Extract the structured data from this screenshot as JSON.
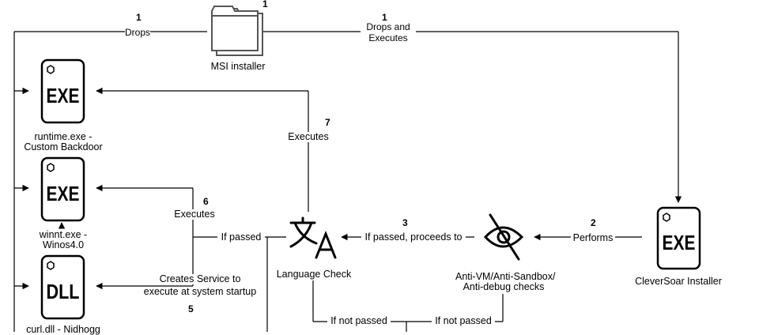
{
  "nodes": {
    "msi": {
      "label": "MSI installer",
      "icon": "folder-icon"
    },
    "runtime": {
      "label1": "runtime.exe -",
      "label2": "Custom Backdoor",
      "icon_text": "EXE"
    },
    "winnt": {
      "label1": "winnt.exe -",
      "label2": "Winos4.0",
      "icon_text": "EXE"
    },
    "curl": {
      "label": "curl.dll - Nidhogg",
      "icon_text": "DLL"
    },
    "cleversoar": {
      "label": "CleverSoar Installer",
      "icon_text": "EXE"
    },
    "language": {
      "label": "Language Check",
      "icon": "translate-icon"
    },
    "antivm": {
      "label1": "Anti-VM/Anti-Sandbox/",
      "label2": "Anti-debug checks",
      "icon": "eye-slash-icon"
    }
  },
  "edges": {
    "drops": {
      "num": "1",
      "label": "Drops"
    },
    "drops_exec": {
      "num": "1",
      "label1": "Drops and",
      "label2": "Executes"
    },
    "msi_num": "1",
    "performs": {
      "num": "2",
      "label": "Performs"
    },
    "proceeds": {
      "num": "3",
      "label": "If passed, proceeds to"
    },
    "service": {
      "num": "5",
      "label1": "Creates Service to",
      "label2": "execute at system startup"
    },
    "exec6": {
      "num": "6",
      "label": "Executes"
    },
    "exec7": {
      "num": "7",
      "label": "Executes"
    },
    "if_passed": "If passed",
    "not_passed_1": "If not passed",
    "not_passed_2": "If not passed"
  }
}
